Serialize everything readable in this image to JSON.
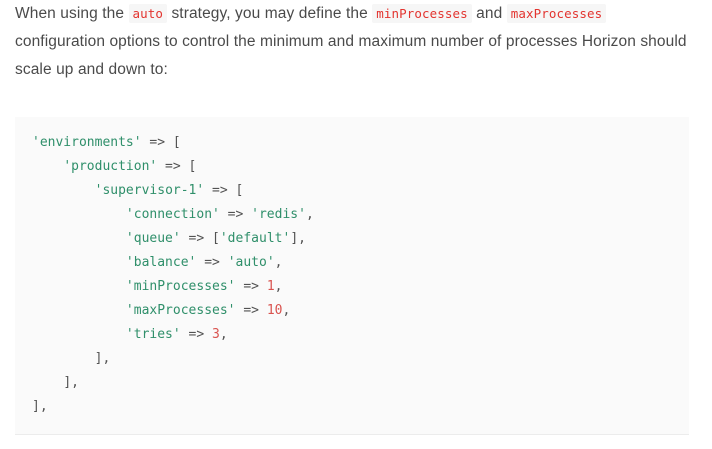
{
  "intro": {
    "part1": "When using the ",
    "code_auto": "auto",
    "part2": " strategy, you may define the ",
    "code_min": "minProcesses",
    "part3": " and ",
    "code_max": "maxProcesses",
    "part4": " configuration options to control the minimum and maximum number of processes Horizon should scale up and down to:"
  },
  "code": {
    "lines": [
      {
        "indent": "",
        "tokens": [
          [
            "str",
            "'environments'"
          ],
          [
            "op",
            " => "
          ],
          [
            "p",
            "["
          ]
        ]
      },
      {
        "indent": "    ",
        "tokens": [
          [
            "str",
            "'production'"
          ],
          [
            "op",
            " => "
          ],
          [
            "p",
            "["
          ]
        ]
      },
      {
        "indent": "        ",
        "tokens": [
          [
            "str",
            "'supervisor-1'"
          ],
          [
            "op",
            " => "
          ],
          [
            "p",
            "["
          ]
        ]
      },
      {
        "indent": "            ",
        "tokens": [
          [
            "str",
            "'connection'"
          ],
          [
            "op",
            " => "
          ],
          [
            "str",
            "'redis'"
          ],
          [
            "p",
            ","
          ]
        ]
      },
      {
        "indent": "            ",
        "tokens": [
          [
            "str",
            "'queue'"
          ],
          [
            "op",
            " => "
          ],
          [
            "p",
            "["
          ],
          [
            "str",
            "'default'"
          ],
          [
            "p",
            "],"
          ]
        ]
      },
      {
        "indent": "            ",
        "tokens": [
          [
            "str",
            "'balance'"
          ],
          [
            "op",
            " => "
          ],
          [
            "str",
            "'auto'"
          ],
          [
            "p",
            ","
          ]
        ]
      },
      {
        "indent": "            ",
        "tokens": [
          [
            "str",
            "'minProcesses'"
          ],
          [
            "op",
            " => "
          ],
          [
            "num",
            "1"
          ],
          [
            "p",
            ","
          ]
        ]
      },
      {
        "indent": "            ",
        "tokens": [
          [
            "str",
            "'maxProcesses'"
          ],
          [
            "op",
            " => "
          ],
          [
            "num",
            "10"
          ],
          [
            "p",
            ","
          ]
        ]
      },
      {
        "indent": "            ",
        "tokens": [
          [
            "str",
            "'tries'"
          ],
          [
            "op",
            " => "
          ],
          [
            "num",
            "3"
          ],
          [
            "p",
            ","
          ]
        ]
      },
      {
        "indent": "        ",
        "tokens": [
          [
            "p",
            "],"
          ]
        ]
      },
      {
        "indent": "    ",
        "tokens": [
          [
            "p",
            "],"
          ]
        ]
      },
      {
        "indent": "",
        "tokens": [
          [
            "p",
            "],"
          ]
        ]
      }
    ]
  }
}
